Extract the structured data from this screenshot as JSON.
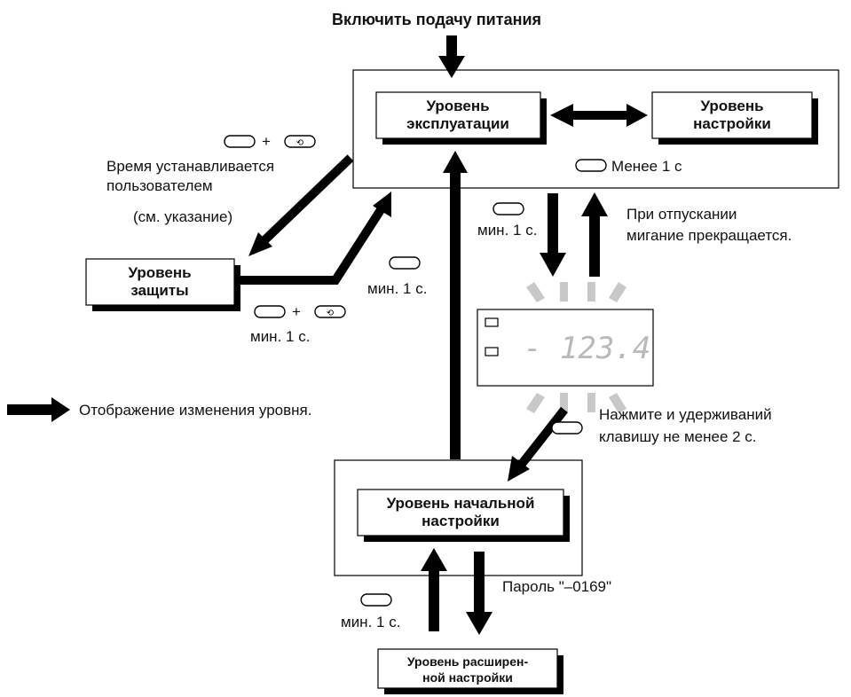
{
  "title": "Включить подачу питания",
  "levels": {
    "operation": [
      "Уровень",
      "эксплуатации"
    ],
    "adjustment": [
      "Уровень",
      "настройки"
    ],
    "protection": [
      "Уровень",
      "защиты"
    ],
    "initial": [
      "Уровень начальной",
      "настройки"
    ],
    "advanced": [
      "Уровень расширен-",
      "ной настройки"
    ]
  },
  "labels": {
    "time_set": [
      "Время устанавливается",
      "пользователем"
    ],
    "see_note": "(см. указание)",
    "less_1s": "Менее 1 с",
    "min_1s": "мин. 1 с.",
    "release": [
      "При отпускании",
      "мигание прекращается."
    ],
    "press_hold": [
      "Нажмите и удерживаний",
      "клавишу не менее 2 с."
    ],
    "password": "Пароль \"–0169\"",
    "plus": "+"
  },
  "legend": {
    "text": "Отображение изменения уровня."
  },
  "display": {
    "value": "- 123.4"
  }
}
